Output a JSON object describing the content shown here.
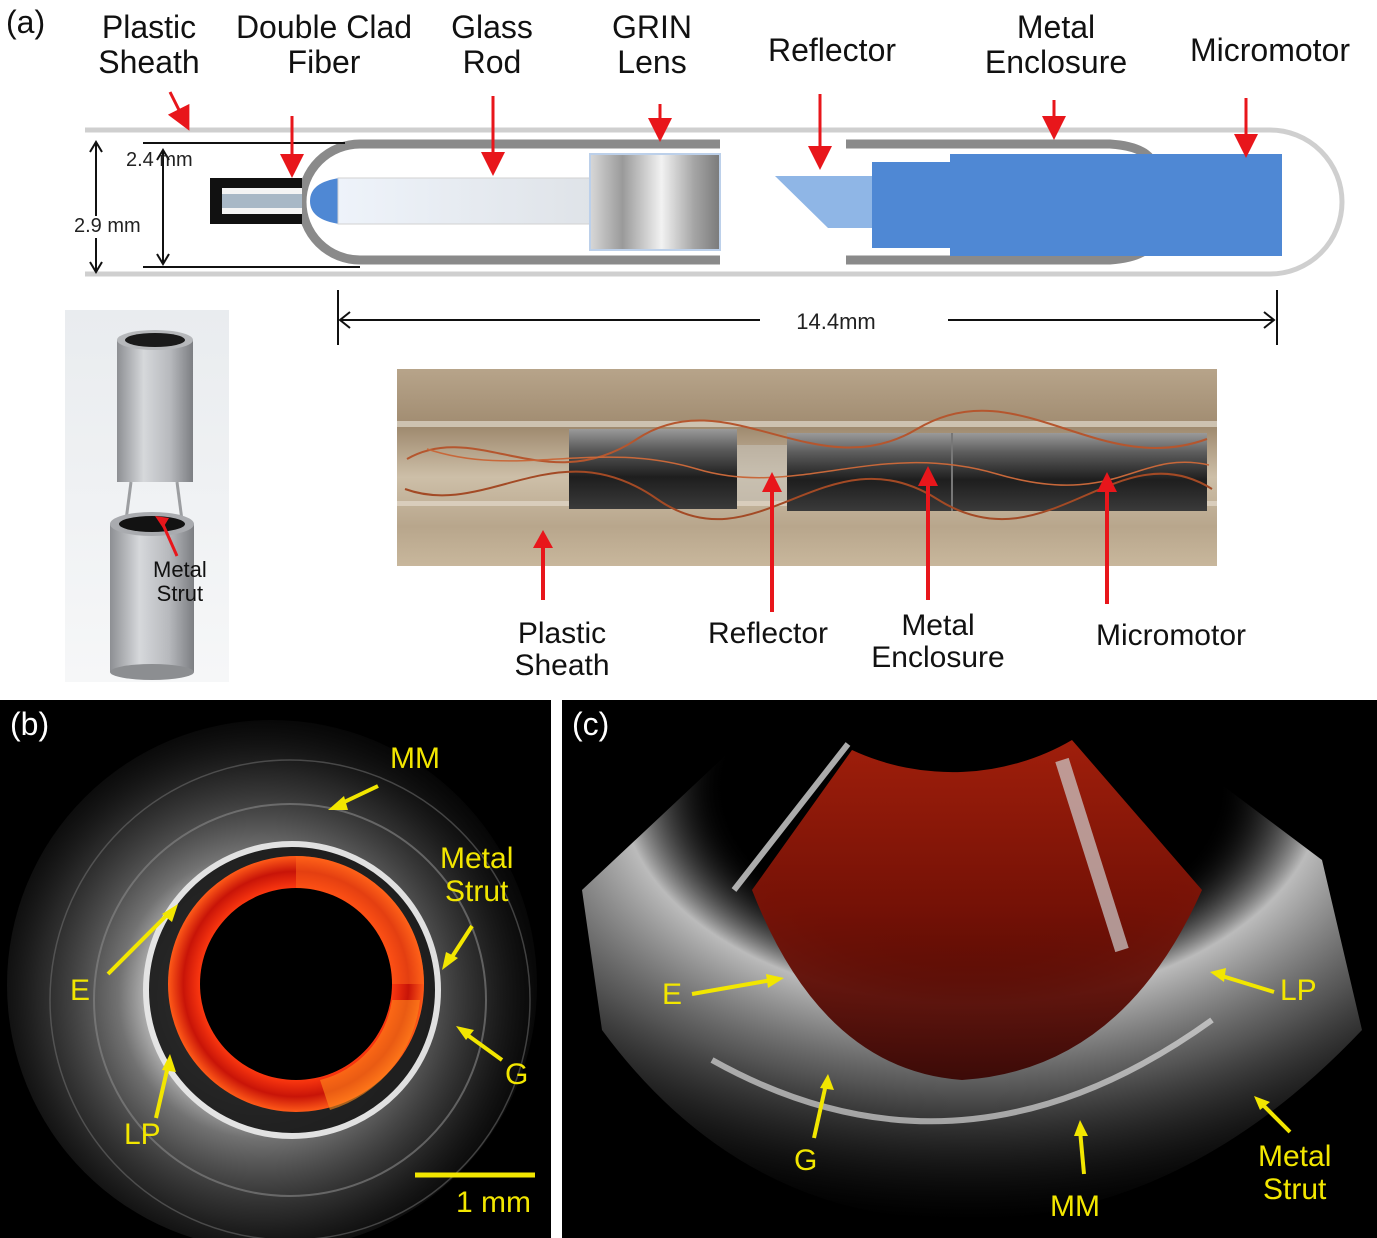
{
  "panel_a": {
    "tag": "(a)",
    "labels": {
      "plastic_sheath_1": "Plastic",
      "plastic_sheath_2": "Sheath",
      "fiber_1": "Double Clad",
      "fiber_2": "Fiber",
      "rod_1": "Glass",
      "rod_2": "Rod",
      "grin_1": "GRIN",
      "grin_2": "Lens",
      "reflector": "Reflector",
      "enclosure_1": "Metal",
      "enclosure_2": "Enclosure",
      "micromotor": "Micromotor"
    },
    "dimensions": {
      "inner": "2.4 mm",
      "outer": "2.9 mm",
      "length": "14.4mm"
    },
    "strut_photo": {
      "label_1": "Metal",
      "label_2": "Strut"
    },
    "probe_photo": {
      "sheath_1": "Plastic",
      "sheath_2": "Sheath",
      "reflector": "Reflector",
      "enclosure_1": "Metal",
      "enclosure_2": "Enclosure",
      "micromotor": "Micromotor"
    },
    "colors": {
      "arrow": "#e8161b",
      "motor_blue": "#4f88d4",
      "reflector_blue": "#8fb6e6"
    }
  },
  "panel_b": {
    "tag": "(b)",
    "labels": {
      "mm": "MM",
      "strut_1": "Metal",
      "strut_2": "Strut",
      "e": "E",
      "g": "G",
      "lp": "LP"
    },
    "scale_bar": "1 mm"
  },
  "panel_c": {
    "tag": "(c)",
    "labels": {
      "e": "E",
      "lp": "LP",
      "g": "G",
      "mm": "MM",
      "strut_1": "Metal",
      "strut_2": "Strut"
    },
    "colors": {
      "label_yellow": "#f2e600"
    }
  }
}
